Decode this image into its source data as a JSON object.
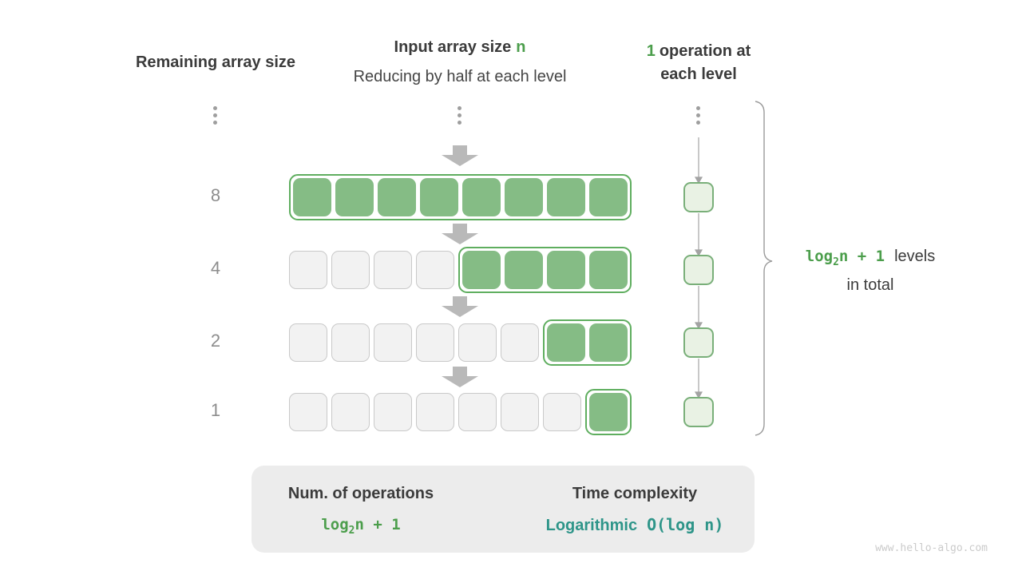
{
  "headers": {
    "left": "Remaining array size",
    "middle": {
      "bold": "Input array size",
      "accent": "n",
      "sub": "Reducing by half at each level"
    },
    "right": {
      "accent": "1",
      "line1_rest": "operation at",
      "line2": "each level"
    }
  },
  "diagram": {
    "rows": [
      {
        "label": "8",
        "empty": 0,
        "active": 8
      },
      {
        "label": "4",
        "empty": 4,
        "active": 4
      },
      {
        "label": "2",
        "empty": 6,
        "active": 2
      },
      {
        "label": "1",
        "empty": 7,
        "active": 1
      }
    ],
    "operations_per_level": 1
  },
  "brace_label": {
    "log": "log",
    "sub": "2",
    "after": "n + 1",
    "rest": "levels",
    "line2": "in total"
  },
  "summary": {
    "left_title": "Num. of operations",
    "value_log": "log",
    "value_sub": "2",
    "value_after": "n + 1",
    "right_title": "Time complexity",
    "right_word": "Logarithmic",
    "big_o": "O(log n)"
  },
  "watermark": "www.hello-algo.com",
  "colors": {
    "accent_green": "#4c9e4c",
    "box_green": "#85bc85",
    "group_border": "#5fae5f",
    "gray_fill": "#f2f2f2",
    "gray_border": "#c9c9c9",
    "op_fill": "#e9f2e4",
    "op_border": "#79af79",
    "teal": "#2e9589",
    "dark": "#3b3b3b",
    "mid": "#454545",
    "num_gray": "#8d8d8d",
    "block_arrow": "#b9b9b9",
    "thin_line": "#a3a3a3",
    "brace": "#9a9a9a",
    "summary_bg": "#ececec",
    "summary_arrow": "#c1c1c1",
    "watermark": "#cbcbcb"
  }
}
